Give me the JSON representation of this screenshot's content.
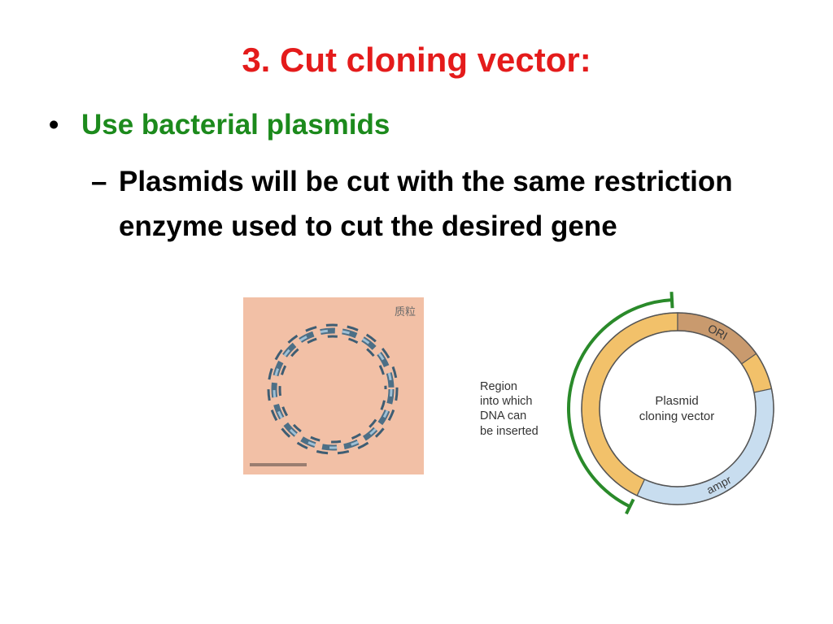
{
  "slide": {
    "title": "3.  Cut cloning vector:",
    "bullet": "Use bacterial plasmids",
    "sub_dash": "–",
    "sub_text": "Plasmids will be cut with the same restriction enzyme used to cut the desired gene"
  },
  "colors": {
    "title": "#e41b1b",
    "bullet": "#1c8a1c",
    "text": "#000000",
    "orange_region": "#f2c16a",
    "ori_region": "#c99a6e",
    "amp_region": "#c8ddef",
    "bracket": "#2a8a2a"
  },
  "photo": {
    "caption_glyphs": "质粒"
  },
  "diagram": {
    "region_label": [
      "Region",
      "into which",
      "DNA can",
      "be inserted"
    ],
    "center_label": [
      "Plasmid",
      "cloning vector"
    ],
    "ori_label": "ORI",
    "amp_label": "ampr"
  }
}
